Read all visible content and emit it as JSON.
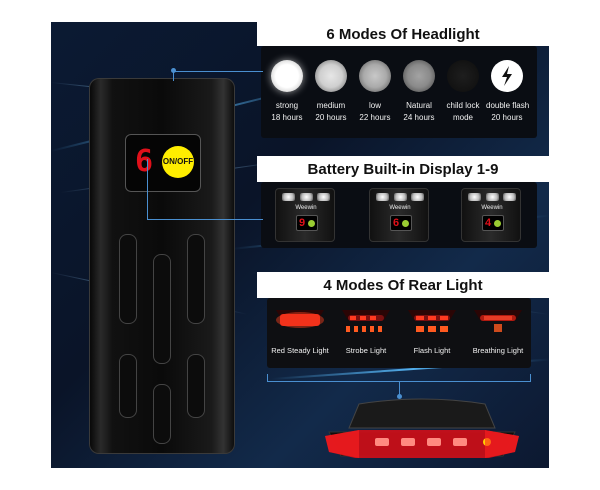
{
  "headlight": {
    "title": "6 Modes Of Headlight",
    "modes": [
      {
        "name": "strong",
        "duration": "18 hours",
        "icon": "lamp-strong-icon"
      },
      {
        "name": "medium",
        "duration": "20 hours",
        "icon": "lamp-medium-icon"
      },
      {
        "name": "low",
        "duration": "22 hours",
        "icon": "lamp-low-icon"
      },
      {
        "name": "Natural",
        "duration": "24 hours",
        "icon": "lamp-natural-icon"
      },
      {
        "name": "child lock",
        "duration": "mode",
        "icon": "lamp-child-lock-icon"
      },
      {
        "name": "double flash",
        "duration": "20 hours",
        "icon": "lightning-icon"
      }
    ]
  },
  "battery": {
    "title": "Battery Built-in Display 1-9",
    "brand": "Weewin",
    "readings": [
      "9",
      "6",
      "4"
    ]
  },
  "device": {
    "display_digit": "6",
    "power_label": "ON/OFF"
  },
  "rear": {
    "title": "4 Modes Of Rear Light",
    "modes": [
      {
        "name": "Red Steady Light"
      },
      {
        "name": "Strobe Light"
      },
      {
        "name": "Flash Light"
      },
      {
        "name": "Breathing Light"
      }
    ]
  },
  "colors": {
    "accent_blue": "#4a8fd0",
    "rear_red": "#ff1f1f",
    "display_red": "#e0101a",
    "button_yellow": "#ffee00"
  }
}
